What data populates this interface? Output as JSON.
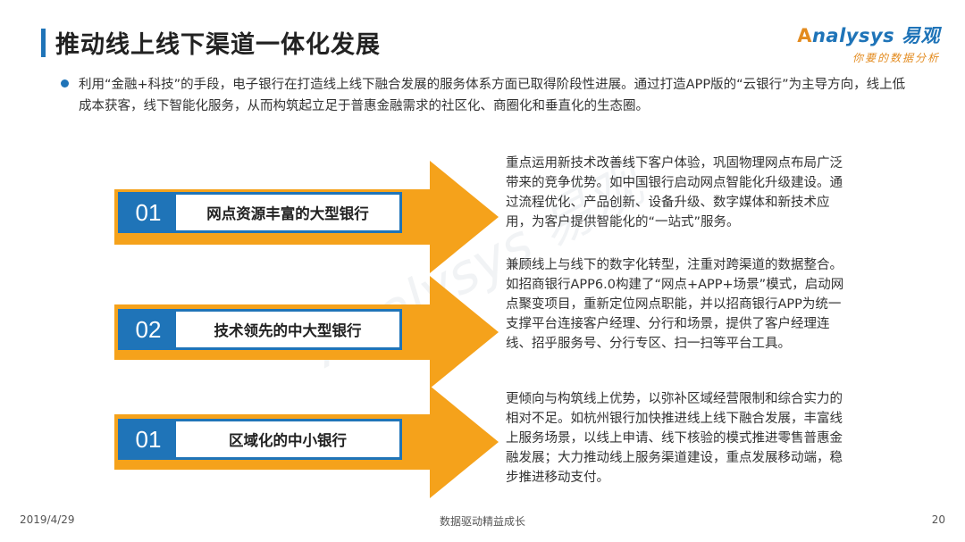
{
  "header": {
    "title": "推动线上线下渠道一体化发展",
    "logo_text": "nalysys",
    "logo_cn": "易观",
    "logo_slogan": "你要的数据分析"
  },
  "intro": "利用“金融+科技”的手段，电子银行在打造线上线下融合发展的服务体系方面已取得阶段性进展。通过打造APP版的“云银行”为主导方向，线上低成本获客，线下智能化服务，从而构筑起立足于普惠金融需求的社区化、商圈化和垂直化的生态圈。",
  "watermark": "Analysys 易观 你要的数据分析",
  "items": [
    {
      "number": "01",
      "label": "网点资源丰富的大型银行",
      "desc": "重点运用新技术改善线下客户体验，巩固物理网点布局广泛带来的竞争优势。如中国银行启动网点智能化升级建设。通过流程优化、产品创新、设备升级、数字媒体和新技术应用，为客户提供智能化的“一站式”服务。"
    },
    {
      "number": "02",
      "label": "技术领先的中大型银行",
      "desc": "兼顾线上与线下的数字化转型，注重对跨渠道的数据整合。如招商银行APP6.0构建了“网点+APP+场景”模式，启动网点聚变项目，重新定位网点职能，并以招商银行APP为统一支撑平台连接客户经理、分行和场景，提供了客户经理连线、招乎服务号、分行专区、扫一扫等平台工具。"
    },
    {
      "number": "01",
      "label": "区域化的中小银行",
      "desc": "更倾向与构筑线上优势，以弥补区域经营限制和综合实力的相对不足。如杭州银行加快推进线上线下融合发展，丰富线上服务场景，以线上申请、线下核验的模式推进零售普惠金融发展；大力推动线上服务渠道建设，重点发展移动端，稳步推进移动支付。"
    }
  ],
  "footer": {
    "date": "2019/4/29",
    "center": "数据驱动精益成长",
    "page": "20"
  },
  "colors": {
    "accent_blue": "#1f74b8",
    "arrow_orange": "#f5a21b",
    "logo_orange": "#e38b1f"
  }
}
